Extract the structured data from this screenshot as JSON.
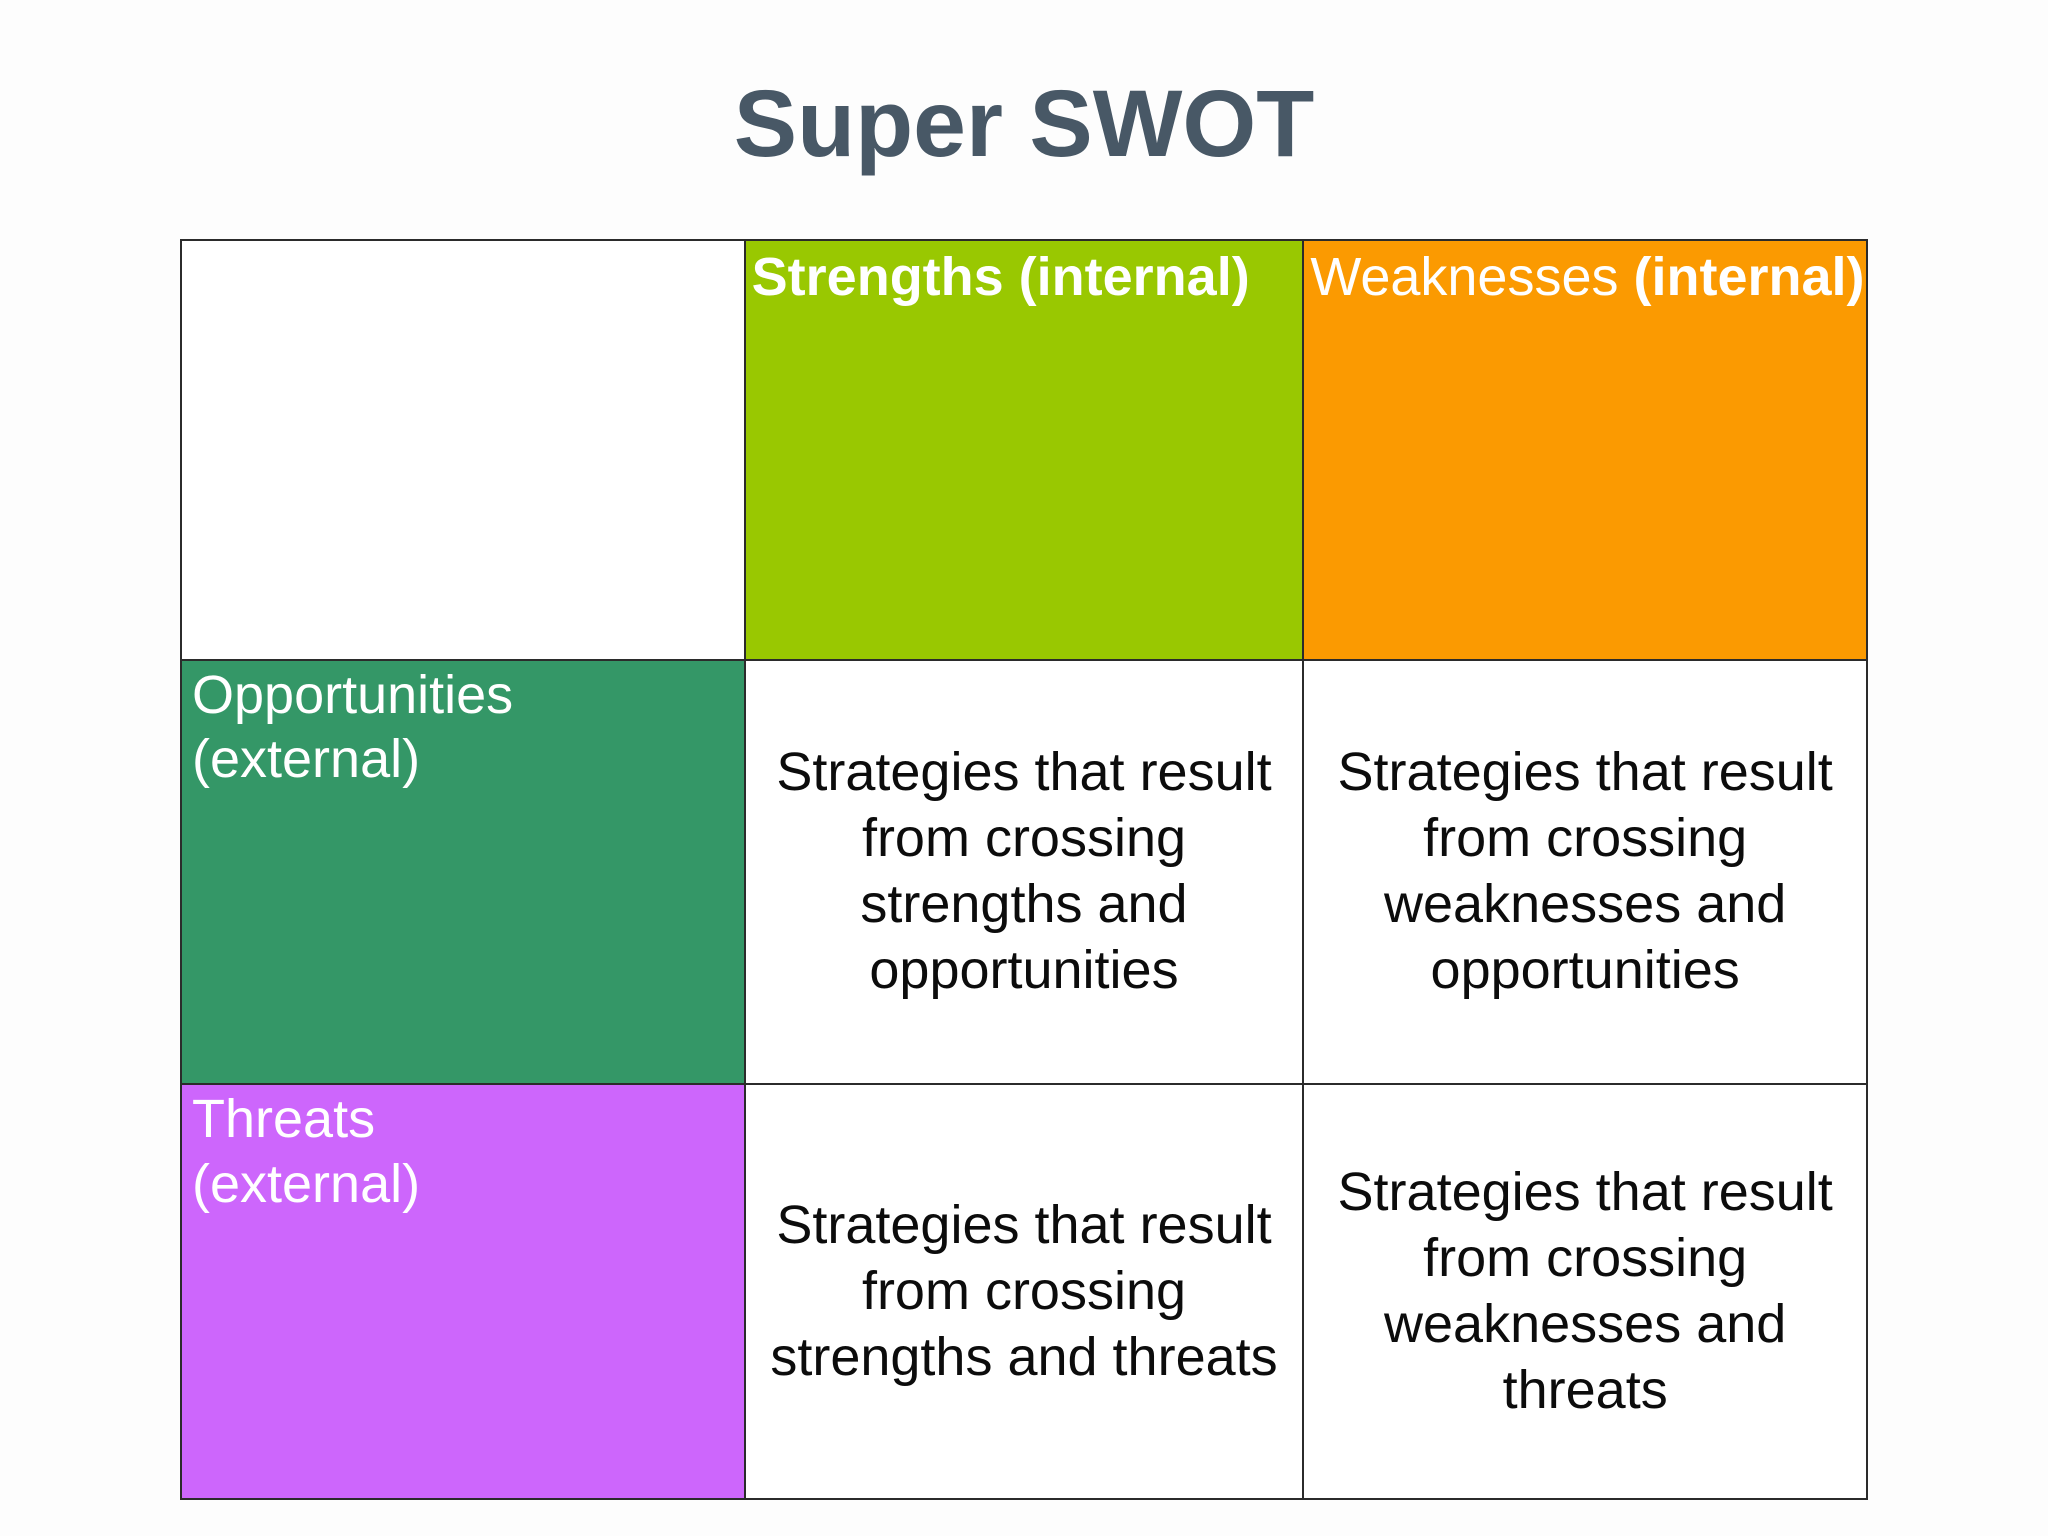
{
  "title": "Super SWOT",
  "colors": {
    "title_text": "#485866",
    "grid_border": "#2b2b2b",
    "strengths_bg": "#99c801",
    "weaknesses_bg": "#fb9a01",
    "opportunities_bg": "#349767",
    "threats_bg": "#cd66fc",
    "header_text": "#ffffff",
    "strategy_text": "#0c0c0c"
  },
  "table": {
    "col_headers": {
      "strengths": {
        "label": "Strengths (internal)"
      },
      "weaknesses": {
        "label_name": "Weaknesses ",
        "label_scope": "(internal)"
      }
    },
    "row_headers": {
      "opportunities": {
        "line1": "Opportunities",
        "line2": "(external)"
      },
      "threats": {
        "line1": "Threats",
        "line2": "(external)"
      }
    },
    "strategy_cells": {
      "so": "Strategies that result from crossing strengths and opportunities",
      "wo": "Strategies that result from crossing weaknesses and opportunities",
      "st": "Strategies that result from crossing strengths and threats",
      "wt": "Strategies that result from crossing weaknesses and threats"
    }
  }
}
